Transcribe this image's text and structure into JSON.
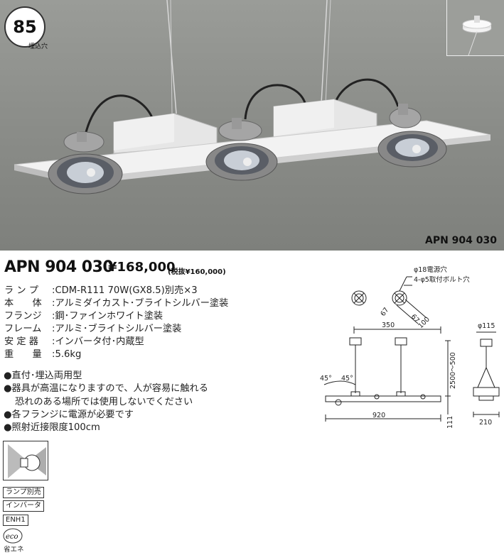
{
  "photo": {
    "badge_number": "85",
    "badge_sub": "埋込穴",
    "caption": "APN 904 030"
  },
  "product": {
    "model": "APN 904 030",
    "price": "¥168,000",
    "price_tax": "(税抜¥160,000)"
  },
  "specs": [
    {
      "label": "ラ ン プ",
      "value": ":CDM-R111 70W(GX8.5)別売×3"
    },
    {
      "label": "本　　体",
      "value": ":アルミダイカスト･ブライトシルバー塗装"
    },
    {
      "label": "フランジ",
      "value": ":鋼･ファインホワイト塗装"
    },
    {
      "label": "フレーム",
      "value": ":アルミ･ブライトシルバー塗装"
    },
    {
      "label": "安 定 器",
      "value": ":インバータ付･内蔵型"
    },
    {
      "label": "重　　量",
      "value": ":5.6kg"
    }
  ],
  "notes": {
    "n1": "●直付･埋込両用型",
    "n2": "●器具が高温になりますので、人が容易に触れる",
    "n2b": "恐れのある場所では使用しないでください",
    "n3": "●各フランジに電源が必要です",
    "n4": "●照射近接限度100cm"
  },
  "diagram": {
    "hole1": "φ18電源穴",
    "hole2": "4-φ5取付ボルト穴",
    "d67a": "67",
    "d67b": "67",
    "d100": "100",
    "d350": "350",
    "d115": "φ115",
    "d2500": "2500～500",
    "angle_a": "45°",
    "angle_b": "45°",
    "d111": "111",
    "d920": "920",
    "d210": "210"
  },
  "icons": {
    "tag1": "ランプ別売",
    "tag2": "インバータ",
    "tag3": "ENH1",
    "eco": "eco",
    "eco_label": "省エネ"
  }
}
